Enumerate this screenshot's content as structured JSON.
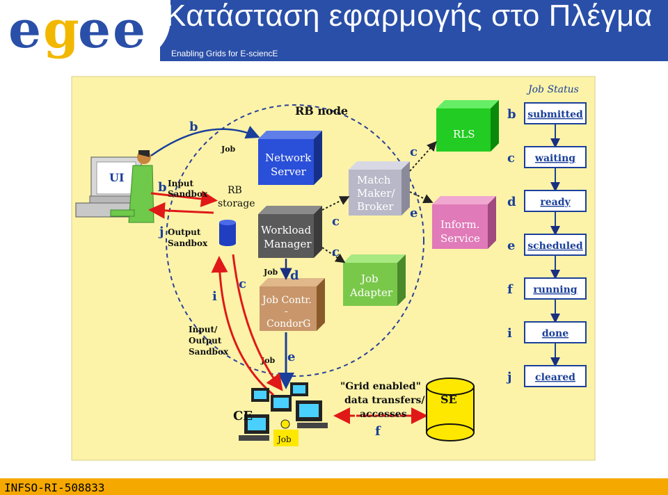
{
  "header": {
    "title": "Κατάσταση εφαρμογής στο Πλέγμα",
    "subtitle": "Enabling Grids for E-sciencE",
    "logo_text": "egee"
  },
  "footer": {
    "text": "INFSO-RI-508833"
  },
  "colors": {
    "header_blue": "#2a4fa8",
    "footer_orange": "#f5a800",
    "diagram_bg": "#fcf3a8",
    "logo_blue": "#2a4fa8",
    "logo_yellow": "#f2b800"
  },
  "diagram": {
    "rb_node": "RB node",
    "rb_storage": [
      "RB",
      "storage"
    ],
    "ui": "UI",
    "network_server": [
      "Network",
      "Server"
    ],
    "workload_manager": [
      "Workload",
      "Manager"
    ],
    "match_maker": [
      "Match",
      "Maker/",
      "Broker"
    ],
    "rls": "RLS",
    "inform_service": [
      "Inform.",
      "Service"
    ],
    "job_adapter": [
      "Job",
      "Adapter"
    ],
    "job_contr": [
      "Job Contr.",
      "-",
      "CondorG"
    ],
    "ce": "CE",
    "se": "SE",
    "job_tag": "Job",
    "input_sandbox": [
      "Input",
      "Sandbox"
    ],
    "output_sandbox": [
      "Output",
      "Sandbox"
    ],
    "io_sandbox": [
      "Input/",
      "Output",
      "Sandbox"
    ],
    "transfer_note": [
      "\"Grid enabled\"",
      "data transfers/",
      "accesses"
    ],
    "job_labels": [
      "Job",
      "Job",
      "Job"
    ],
    "letters": {
      "b1": "b",
      "b2": "b",
      "j": "j",
      "c1": "c",
      "c2": "c",
      "c3": "c",
      "c4": "c",
      "d": "d",
      "e1": "e",
      "e2": "e",
      "i": "i",
      "f": "f"
    },
    "status_title": "Job Status",
    "statuses": [
      {
        "letter": "b",
        "label": "submitted"
      },
      {
        "letter": "c",
        "label": "waiting"
      },
      {
        "letter": "d",
        "label": "ready"
      },
      {
        "letter": "e",
        "label": "scheduled"
      },
      {
        "letter": "f",
        "label": "running"
      },
      {
        "letter": "i",
        "label": "done"
      },
      {
        "letter": "j",
        "label": "cleared"
      }
    ]
  }
}
